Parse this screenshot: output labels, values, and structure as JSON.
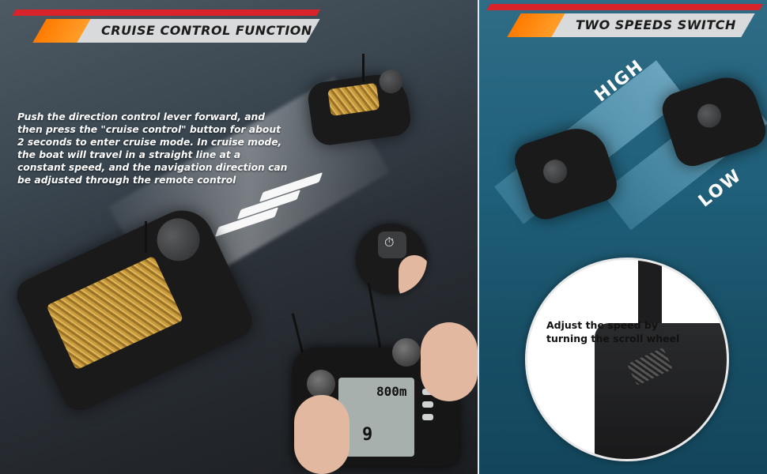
{
  "left_panel": {
    "title": "CRUISE CONTROL FUNCTION",
    "description": "Push the direction control lever forward, and then press the \"cruise control\" button for about 2 seconds to enter cruise mode. In cruise mode, the boat will travel in a straight line at a constant speed, and the navigation direction can be adjusted through the remote control",
    "remote_screen": {
      "distance": "800m",
      "number": "9"
    }
  },
  "right_panel": {
    "title": "TWO SPEEDS SWITCH",
    "high_label": "HIGH",
    "low_label": "LOW",
    "zoom_caption": "Adjust the speed by turning the scroll wheel"
  },
  "colors": {
    "accent_red": "#d8232a",
    "accent_orange": "#ff8a10",
    "label_bg": "#d9dadb"
  },
  "icons": [
    "stopwatch-icon",
    "chevron-arrows-icon"
  ]
}
